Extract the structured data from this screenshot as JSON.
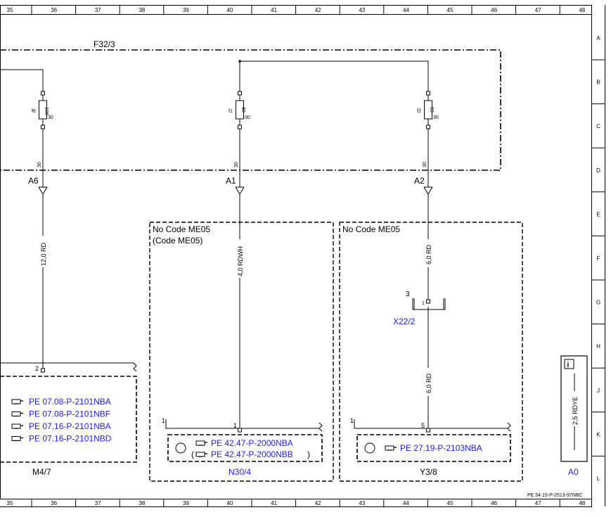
{
  "frame": {
    "columns": [
      "35",
      "36",
      "37",
      "38",
      "39",
      "40",
      "41",
      "42",
      "43",
      "44",
      "45",
      "46",
      "47",
      "48"
    ],
    "rows": [
      "A",
      "B",
      "C",
      "D",
      "E",
      "F",
      "G",
      "H",
      "J",
      "K",
      "L"
    ],
    "doc_id": "PE 54.15-P-2513-97NBC"
  },
  "fuse_box": {
    "label": "F32/3",
    "fuses": [
      {
        "name": "f6",
        "rating": "100",
        "pin": "30",
        "pin_bottom": "30",
        "connector": "A6"
      },
      {
        "name": "f1",
        "rating": "40",
        "pin": "30",
        "pin_bottom": "30",
        "connector": "A1"
      },
      {
        "name": "f2",
        "rating": "60",
        "pin": "30",
        "pin_bottom": "30",
        "connector": "A2"
      }
    ]
  },
  "wires": {
    "w1": "12,0 RD",
    "w2": "4,0 RDWH",
    "w3": "6,0 RD",
    "w4": "6,0 RD",
    "w5": "2,5 RDYE"
  },
  "option_boxes": {
    "box1": {
      "line1": "No  Code ME05",
      "line2": "(Code ME05)"
    },
    "box2": {
      "line1": "No  Code ME05"
    }
  },
  "connector_x22": {
    "pin_count": "3",
    "pin": "1",
    "label": "X22/2"
  },
  "components": {
    "m47": {
      "label": "M4/7",
      "pin": "2",
      "refs": [
        "PE 07.08-P-2101NBA",
        "PE 07.08-P-2101NBF",
        "PE 07.16-P-2101NBA",
        "PE 07.16-P-2101NBD"
      ]
    },
    "n304": {
      "label": "N30/4",
      "pin": "1",
      "pin_left": "1",
      "refs": [
        "PE 42.47-P-2000NBA",
        "PE 42.47-P-2000NBB"
      ],
      "paren_open": "(",
      "paren_close": ")"
    },
    "y38": {
      "label": "Y3/8",
      "pin": "5",
      "pin_left": "1",
      "refs": [
        "PE 27.19-P-2103NBA"
      ]
    },
    "a0": {
      "label": "A0",
      "info": "i"
    }
  },
  "colors": {
    "link": "#1a1aff",
    "line": "#000000"
  }
}
